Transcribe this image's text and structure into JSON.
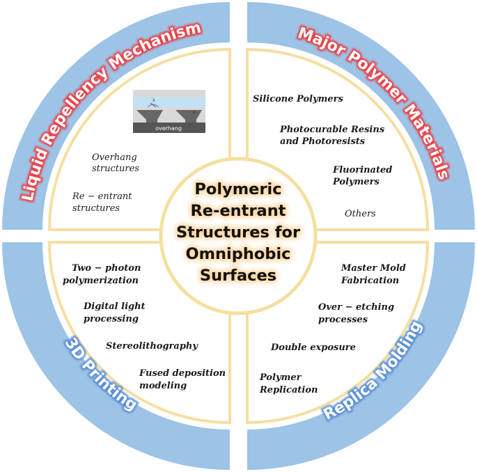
{
  "center": {
    "lines": [
      "Polymeric",
      "Re-entrant",
      "Structures for",
      "Omniphobic",
      "Surfaces"
    ]
  },
  "sections": {
    "top_left": {
      "title": "Liquid Repellency Mechanism",
      "inset_label": "overhang",
      "items": [
        "Overhang",
        "structures",
        "Re − entrant",
        "structures"
      ]
    },
    "top_right": {
      "title": "Major Polymer Materials",
      "items": [
        "Silicone Polymers",
        "Photocurable Resins",
        "and Photoresists",
        "Fluorinated",
        "Polymers",
        "Others"
      ]
    },
    "bottom_left": {
      "title": "3D Printing",
      "items": [
        "Two − photon",
        "polymerization",
        "Digital light",
        "processing",
        "Stereolithography",
        "Fused deposition",
        "modeling"
      ]
    },
    "bottom_right": {
      "title": "Replica Molding",
      "items": [
        "Master Mold",
        "Fabrication",
        "Over − etching",
        "processes",
        "Double exposure",
        "Polymer",
        "Replication"
      ]
    }
  },
  "colors": {
    "ring": "#9dc3e6",
    "inner_border": "#f5dfa0",
    "title_red": "#e8434a",
    "title_blue": "#5b8fd6",
    "center_glow": "#ffd9a6"
  }
}
